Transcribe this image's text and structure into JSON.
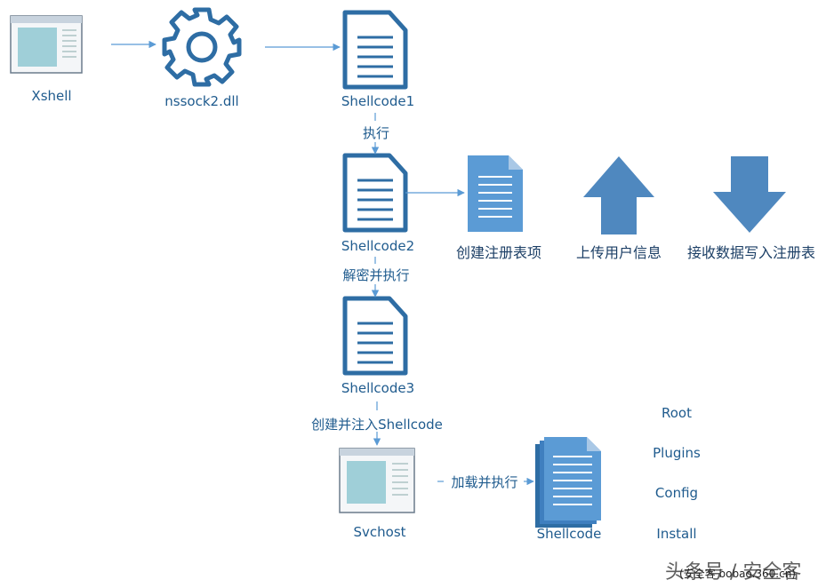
{
  "nodes": {
    "xshell": "Xshell",
    "nssock": "nssock2.dll",
    "shellcode1": "Shellcode1",
    "shellcode2": "Shellcode2",
    "shellcode3": "Shellcode3",
    "svchost": "Svchost",
    "shellcode": "Shellcode"
  },
  "edges": {
    "exec": "执行",
    "decrypt_exec": "解密并执行",
    "create_inject": "创建并注入Shellcode",
    "load_exec": "加载并执行"
  },
  "actions": {
    "create_registry": "创建注册表项",
    "upload_user_info": "上传用户信息",
    "receive_write_registry": "接收数据写入注册表"
  },
  "registry_keys": [
    "Root",
    "Plugins",
    "Config",
    "Install"
  ],
  "watermark": {
    "line1": "头条号 / 安全客",
    "line2": "(安全客 bobao.360.cn)"
  },
  "colors": {
    "primary": "#2e6da4",
    "light": "#5b9bd5",
    "fill": "#6aa3d8",
    "line": "#5b9bd5"
  }
}
